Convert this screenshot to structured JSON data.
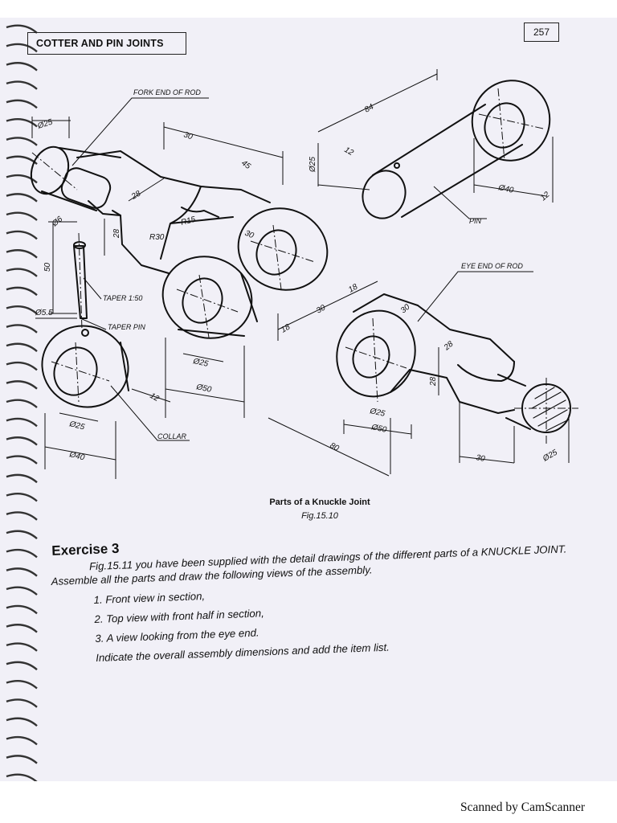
{
  "header": {
    "section_title": "COTTER AND PIN JOINTS",
    "page_number": "257"
  },
  "figure": {
    "caption_title": "Parts of a Knuckle Joint",
    "caption_fig": "Fig.15.10",
    "part_labels": {
      "fork_end": "FORK END OF ROD",
      "pin": "PIN",
      "eye_end": "EYE END OF ROD",
      "taper": "TAPER 1:50",
      "taper_pin": "TAPER PIN",
      "collar": "COLLAR"
    },
    "dimensions": {
      "fork_dia_rod": "Ø25",
      "fork_30": "30",
      "fork_45": "45",
      "fork_28a": "28",
      "fork_28b": "28",
      "fork_r15": "R15",
      "fork_r30": "R30",
      "fork_30b": "30",
      "fork_dia25": "Ø25",
      "fork_dia50": "Ø50",
      "fork_18a": "18",
      "fork_30c": "30",
      "fork_18b": "18",
      "pin_84": "84",
      "pin_12a": "12",
      "pin_dia25": "Ø25",
      "pin_dia40": "Ø40",
      "pin_12b": "12",
      "tp_dia6": "Ø6",
      "tp_50": "50",
      "tp_dia55": "Ø5.5",
      "collar_12": "12",
      "collar_dia25": "Ø25",
      "collar_dia40": "Ø40",
      "eye_30": "30",
      "eye_28a": "28",
      "eye_28b": "28",
      "eye_dia25": "Ø25",
      "eye_dia50": "Ø50",
      "eye_80": "80",
      "eye_30b": "30",
      "eye_dia25b": "Ø25"
    }
  },
  "exercise": {
    "title": "Exercise 3",
    "paragraph": "Fig.15.11 you have been supplied with the detail drawings of the different parts of a KNUCKLE JOINT. Assemble all the parts and draw the following views of the assembly.",
    "items": [
      "1. Front view in section,",
      "2. Top view with front half in section,",
      "3. A view looking from the eye end."
    ],
    "note": "Indicate the overall assembly dimensions and add the item list."
  },
  "footer": {
    "scanner_text": "Scanned by CamScanner"
  }
}
